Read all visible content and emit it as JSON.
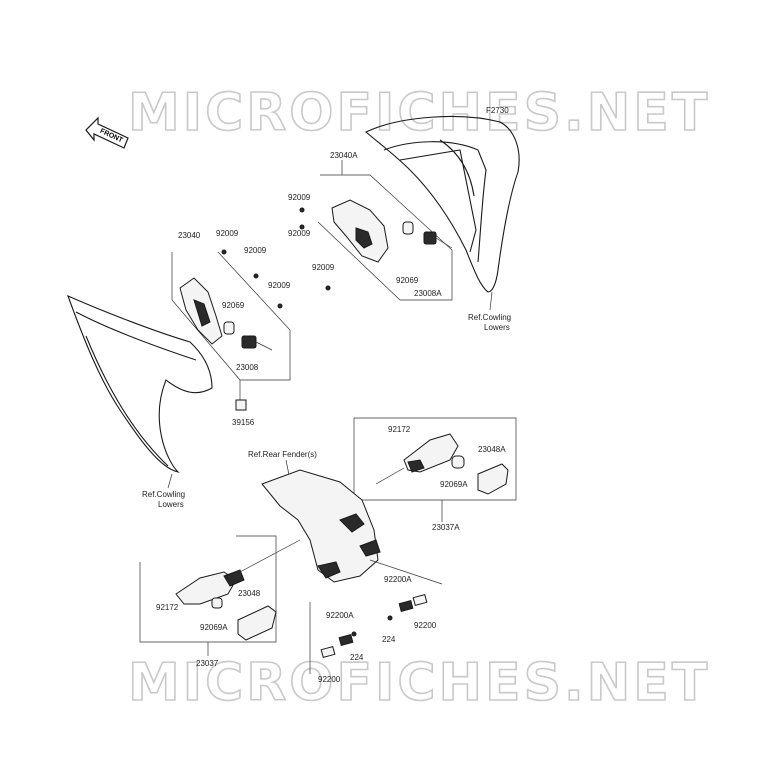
{
  "watermark": "MICROFICHES.NET",
  "figure_ref": "F2730",
  "front_label": "FRONT",
  "labels": {
    "l23040A": "23040A",
    "l92009_a": "92009",
    "l92009_b": "92009",
    "l92009_c": "92009",
    "l92069_top": "92069",
    "l23008A": "23008A",
    "ref_cowling_right": "Ref.Cowling\nLowers",
    "l23040": "23040",
    "l92009_d": "92009",
    "l92009_e": "92009",
    "l92009_f": "92009",
    "l92069_left": "92069",
    "l23008": "23008",
    "l39156": "39156",
    "ref_cowling_left": "Ref.Cowling\nLowers",
    "ref_rear_fender": "Ref.Rear Fender(s)",
    "l92172_top": "92172",
    "l23048A": "23048A",
    "l92069A_top": "92069A",
    "l23037A": "23037A",
    "l92172_bottom": "92172",
    "l23048": "23048",
    "l92069A_bottom": "92069A",
    "l23037": "23037",
    "l92200A_a": "92200A",
    "l92200A_b": "92200A",
    "l224_a": "224",
    "l224_b": "224",
    "l92200_a": "92200",
    "l92200_b": "92200"
  }
}
